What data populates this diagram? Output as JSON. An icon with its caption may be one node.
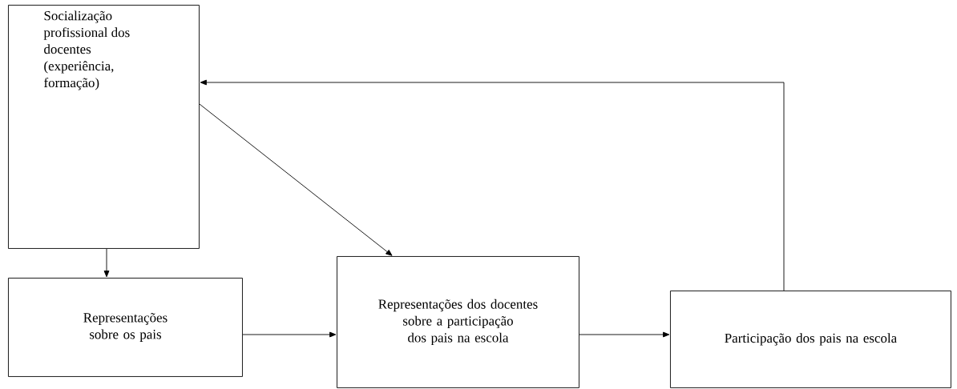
{
  "diagram": {
    "nodes": [
      {
        "text": [
          "Socialização profissional dos docentes (experiência, formação)"
        ]
      },
      {
        "text": [
          "Representações sobre os pais"
        ]
      },
      {
        "text": [
          "Representações dos docentes sobre a participação dos pais na escola"
        ]
      },
      {
        "text": [
          "Participação dos pais na escola"
        ]
      }
    ],
    "edges": [
      {
        "from": 0,
        "to": 1,
        "arrow": "to"
      },
      {
        "from": 0,
        "to": 2,
        "arrow": "to"
      },
      {
        "from": 1,
        "to": 2,
        "arrow": "to"
      },
      {
        "from": 2,
        "to": 3,
        "arrow": "to"
      },
      {
        "from": 3,
        "to": 0,
        "arrow": "to"
      }
    ]
  }
}
